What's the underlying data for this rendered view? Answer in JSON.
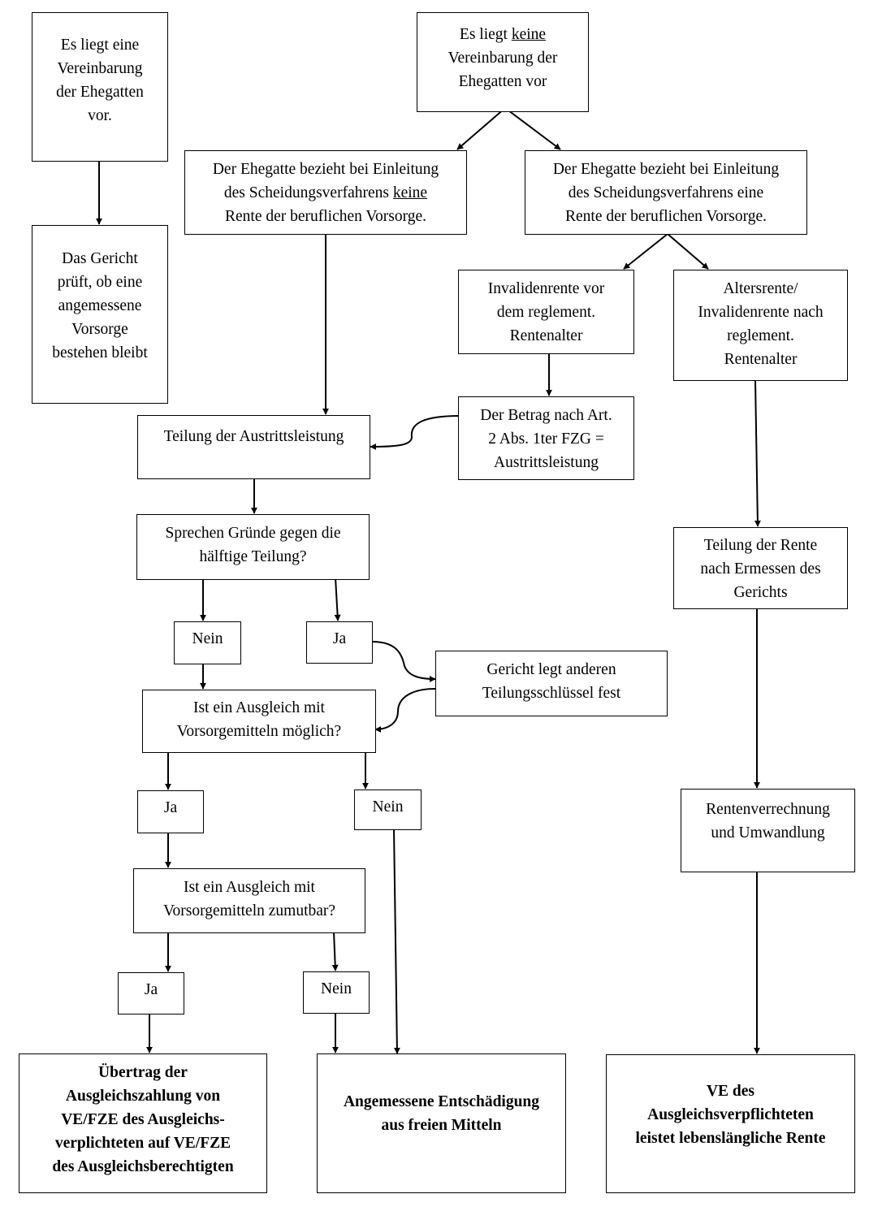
{
  "diagram": {
    "agreement": {
      "line1": "Es liegt eine",
      "line2": "Vereinbarung",
      "line3": "der Ehegatten",
      "line4": "vor."
    },
    "court_check": {
      "line1": "Das Gericht",
      "line2": "prüft, ob eine",
      "line3": "angemessene",
      "line4": "Vorsorge",
      "line5": "bestehen bleibt"
    },
    "no_agreement": {
      "line1_pre": "Es liegt ",
      "line1_u": "keine",
      "line2": "Vereinbarung der",
      "line3": "Ehegatten vor"
    },
    "no_pension": {
      "line1": "Der Ehegatte bezieht bei Einleitung",
      "line2_pre": "des Scheidungsverfahrens ",
      "line2_u": "keine",
      "line3": "Rente der beruflichen Vorsorge."
    },
    "pension": {
      "line1": "Der Ehegatte bezieht bei Einleitung",
      "line2": "des Scheidungsverfahrens eine",
      "line3": "Rente der beruflichen Vorsorge."
    },
    "invalid_before": {
      "line1": "Invalidenrente vor",
      "line2": "dem reglement.",
      "line3": "Rentenalter"
    },
    "old_age": {
      "line1": "Altersrente/",
      "line2": "Invalidenrente nach",
      "line3": "reglement.",
      "line4": "Rentenalter"
    },
    "amount": {
      "line1": "Der Betrag nach Art.",
      "line2": "2 Abs. 1ter FZG =",
      "line3": "Austrittsleistung"
    },
    "split_exit": {
      "line1": "Teilung der Austrittsleistung"
    },
    "reasons": {
      "line1": "Sprechen Gründe gegen die",
      "line2": "hälftige Teilung?"
    },
    "nein1": "Nein",
    "ja1": "Ja",
    "other_key": {
      "line1": "Gericht legt anderen",
      "line2": "Teilungsschlüssel  fest"
    },
    "possible": {
      "line1": "Ist ein Ausgleich mit",
      "line2": "Vorsorgemitteln möglich?"
    },
    "ja2": "Ja",
    "nein2": "Nein",
    "reasonable": {
      "line1": "Ist ein Ausgleich mit",
      "line2": "Vorsorgemitteln zumutbar?"
    },
    "ja3": "Ja",
    "nein3": "Nein",
    "transfer": {
      "line1": "Übertrag der",
      "line2": "Ausgleichszahlung  von",
      "line3": "VE/FZE des Ausgleichs-",
      "line4": "verplichteten auf VE/FZE",
      "line5": "des Ausgleichsberechtigten"
    },
    "compensation": {
      "line1": "Angemessene Entschädigung",
      "line2": "aus freien Mitteln"
    },
    "split_pension": {
      "line1": "Teilung der Rente",
      "line2": "nach Ermessen des",
      "line3": "Gerichts"
    },
    "offset": {
      "line1": "Rentenverrechnung",
      "line2": "und Umwandlung"
    },
    "lifelong": {
      "line1": "VE des",
      "line2": "Ausgleichsverpflichteten",
      "line3": "leistet lebenslängliche Rente"
    }
  }
}
